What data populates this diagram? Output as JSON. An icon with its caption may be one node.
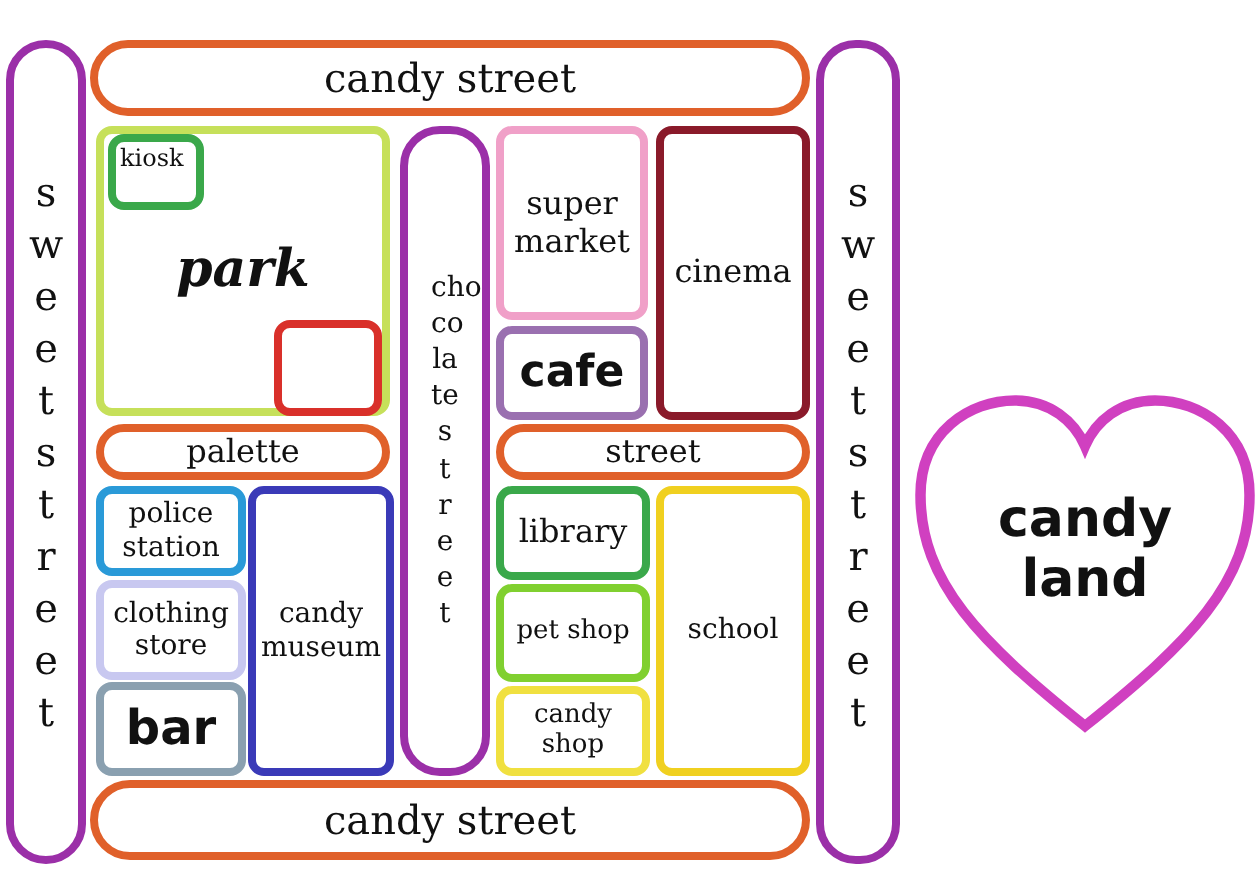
{
  "diagram": {
    "nodes": [
      {
        "text": [
          "s w e e t s t r e e t"
        ]
      },
      {
        "text": [
          "candy street"
        ]
      },
      {
        "text": [
          "park"
        ]
      },
      {
        "text": [
          "kiosk"
        ],
        "in": 2
      },
      {
        "text": [],
        "shape": "box",
        "in": 2
      },
      {
        "text": [
          "cho co la te s t r e e t"
        ]
      },
      {
        "text": [
          "super market"
        ]
      },
      {
        "text": [
          "cinema"
        ]
      },
      {
        "text": [
          "cafe"
        ]
      },
      {
        "text": [
          "s w e e t s t r e e t"
        ]
      },
      {
        "text": [
          "candy land"
        ]
      },
      {
        "text": [
          "palette"
        ]
      },
      {
        "text": [
          "street"
        ]
      },
      {
        "text": [
          "police station"
        ]
      },
      {
        "text": [
          "candy museum"
        ]
      },
      {
        "text": [
          "clothing store"
        ]
      },
      {
        "text": [
          "bar"
        ]
      },
      {
        "text": [
          "library"
        ]
      },
      {
        "text": [
          "school"
        ]
      },
      {
        "text": [
          "pet shop"
        ]
      },
      {
        "text": [
          "candy shop"
        ]
      },
      {
        "text": [
          "candy street"
        ]
      }
    ]
  }
}
